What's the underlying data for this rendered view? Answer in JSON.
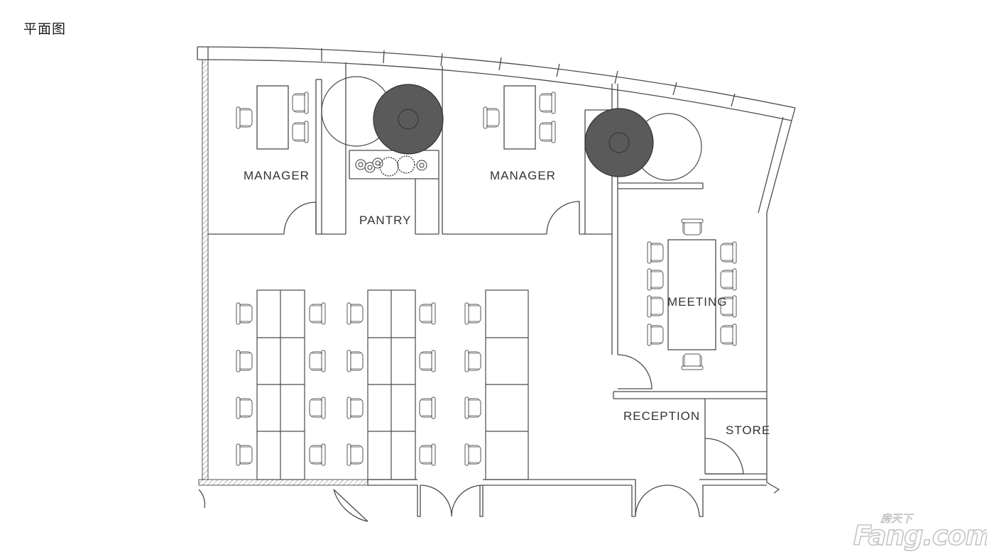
{
  "header": {
    "title": "平面图"
  },
  "rooms": {
    "manager_left": "MANAGER",
    "manager_right": "MANAGER",
    "pantry": "PANTRY",
    "meeting": "MEETING",
    "reception": "RECEPTION",
    "store": "STORE"
  },
  "watermark": {
    "brand": "Fang.com",
    "tagline": "房天下"
  },
  "colors": {
    "line": "#4a4a4a",
    "fill_dark": "#5a5a5a",
    "accent": "#c8c8c8"
  }
}
